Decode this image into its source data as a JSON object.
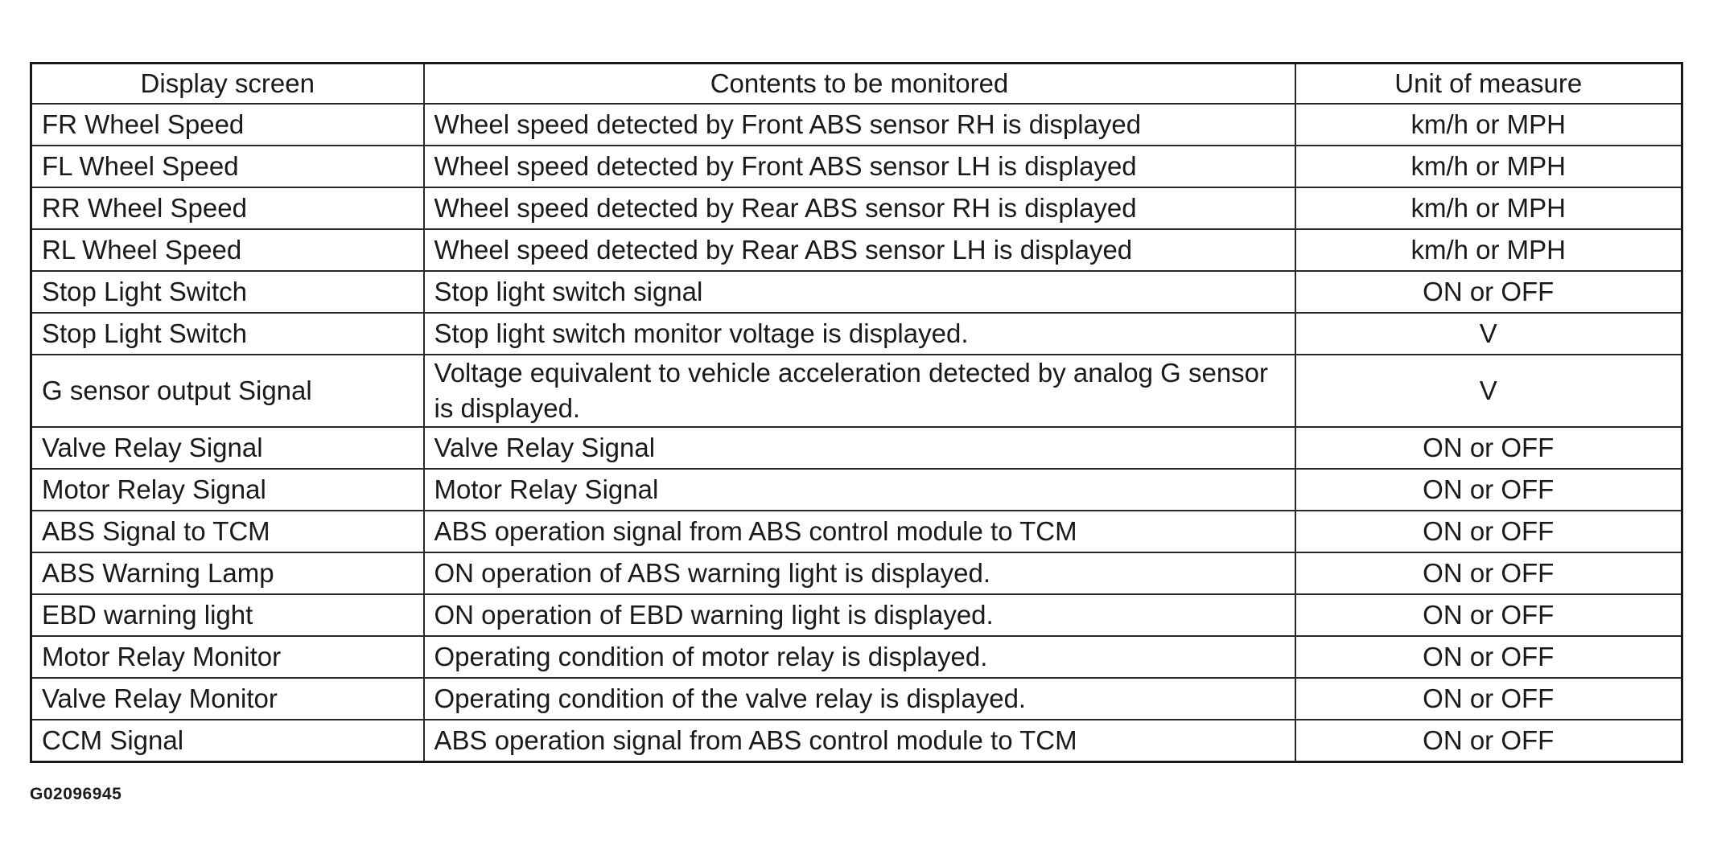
{
  "table": {
    "headers": [
      "Display screen",
      "Contents to be monitored",
      "Unit of measure"
    ],
    "rows": [
      [
        "FR Wheel Speed",
        "Wheel speed detected by Front ABS sensor RH is displayed",
        "km/h or MPH"
      ],
      [
        "FL Wheel Speed",
        "Wheel speed detected by Front ABS sensor LH is displayed",
        "km/h or MPH"
      ],
      [
        "RR Wheel Speed",
        "Wheel speed detected by Rear ABS sensor RH is displayed",
        "km/h or MPH"
      ],
      [
        "RL Wheel Speed",
        "Wheel speed detected by Rear ABS sensor LH is displayed",
        "km/h or MPH"
      ],
      [
        "Stop Light Switch",
        "Stop light switch signal",
        "ON or OFF"
      ],
      [
        "Stop Light Switch",
        "Stop light switch monitor voltage is displayed.",
        "V"
      ],
      [
        "G sensor output Signal",
        "Voltage equivalent to vehicle acceleration detected by analog G sensor is displayed.",
        "V"
      ],
      [
        "Valve Relay Signal",
        "Valve Relay Signal",
        "ON or OFF"
      ],
      [
        "Motor Relay Signal",
        "Motor Relay Signal",
        "ON or OFF"
      ],
      [
        "ABS Signal to TCM",
        "ABS operation signal from ABS control module to TCM",
        "ON or OFF"
      ],
      [
        "ABS Warning Lamp",
        "ON operation of ABS warning light is displayed.",
        "ON or OFF"
      ],
      [
        "EBD warning light",
        "ON operation of EBD warning light is displayed.",
        "ON or OFF"
      ],
      [
        "Motor Relay Monitor",
        "Operating condition of motor relay is displayed.",
        "ON or OFF"
      ],
      [
        "Valve Relay Monitor",
        "Operating condition of the valve relay is displayed.",
        "ON or OFF"
      ],
      [
        "CCM Signal",
        "ABS operation signal from ABS control module to TCM",
        "ON or OFF"
      ]
    ]
  },
  "figure_id": "G02096945"
}
